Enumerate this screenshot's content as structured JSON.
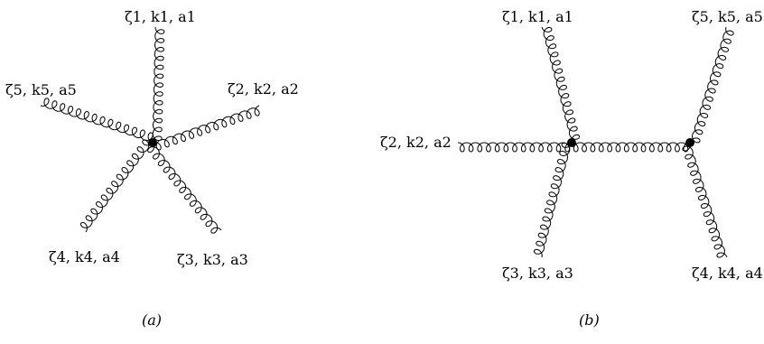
{
  "diagrams": [
    {
      "id": "a",
      "caption": "(a)",
      "vertex_count": 1,
      "legs": [
        {
          "label": "ζ1, k1, a1"
        },
        {
          "label": "ζ2, k2, a2"
        },
        {
          "label": "ζ3, k3, a3"
        },
        {
          "label": "ζ4, k4, a4"
        },
        {
          "label": "ζ5, k5, a5"
        }
      ]
    },
    {
      "id": "b",
      "caption": "(b)",
      "vertex_count": 2,
      "legs": [
        {
          "label": "ζ1, k1, a1"
        },
        {
          "label": "ζ2, k2, a2"
        },
        {
          "label": "ζ3, k3, a3"
        },
        {
          "label": "ζ4, k4, a4"
        },
        {
          "label": "ζ5, k5, a5"
        }
      ],
      "propagator": "internal-gluon"
    }
  ]
}
